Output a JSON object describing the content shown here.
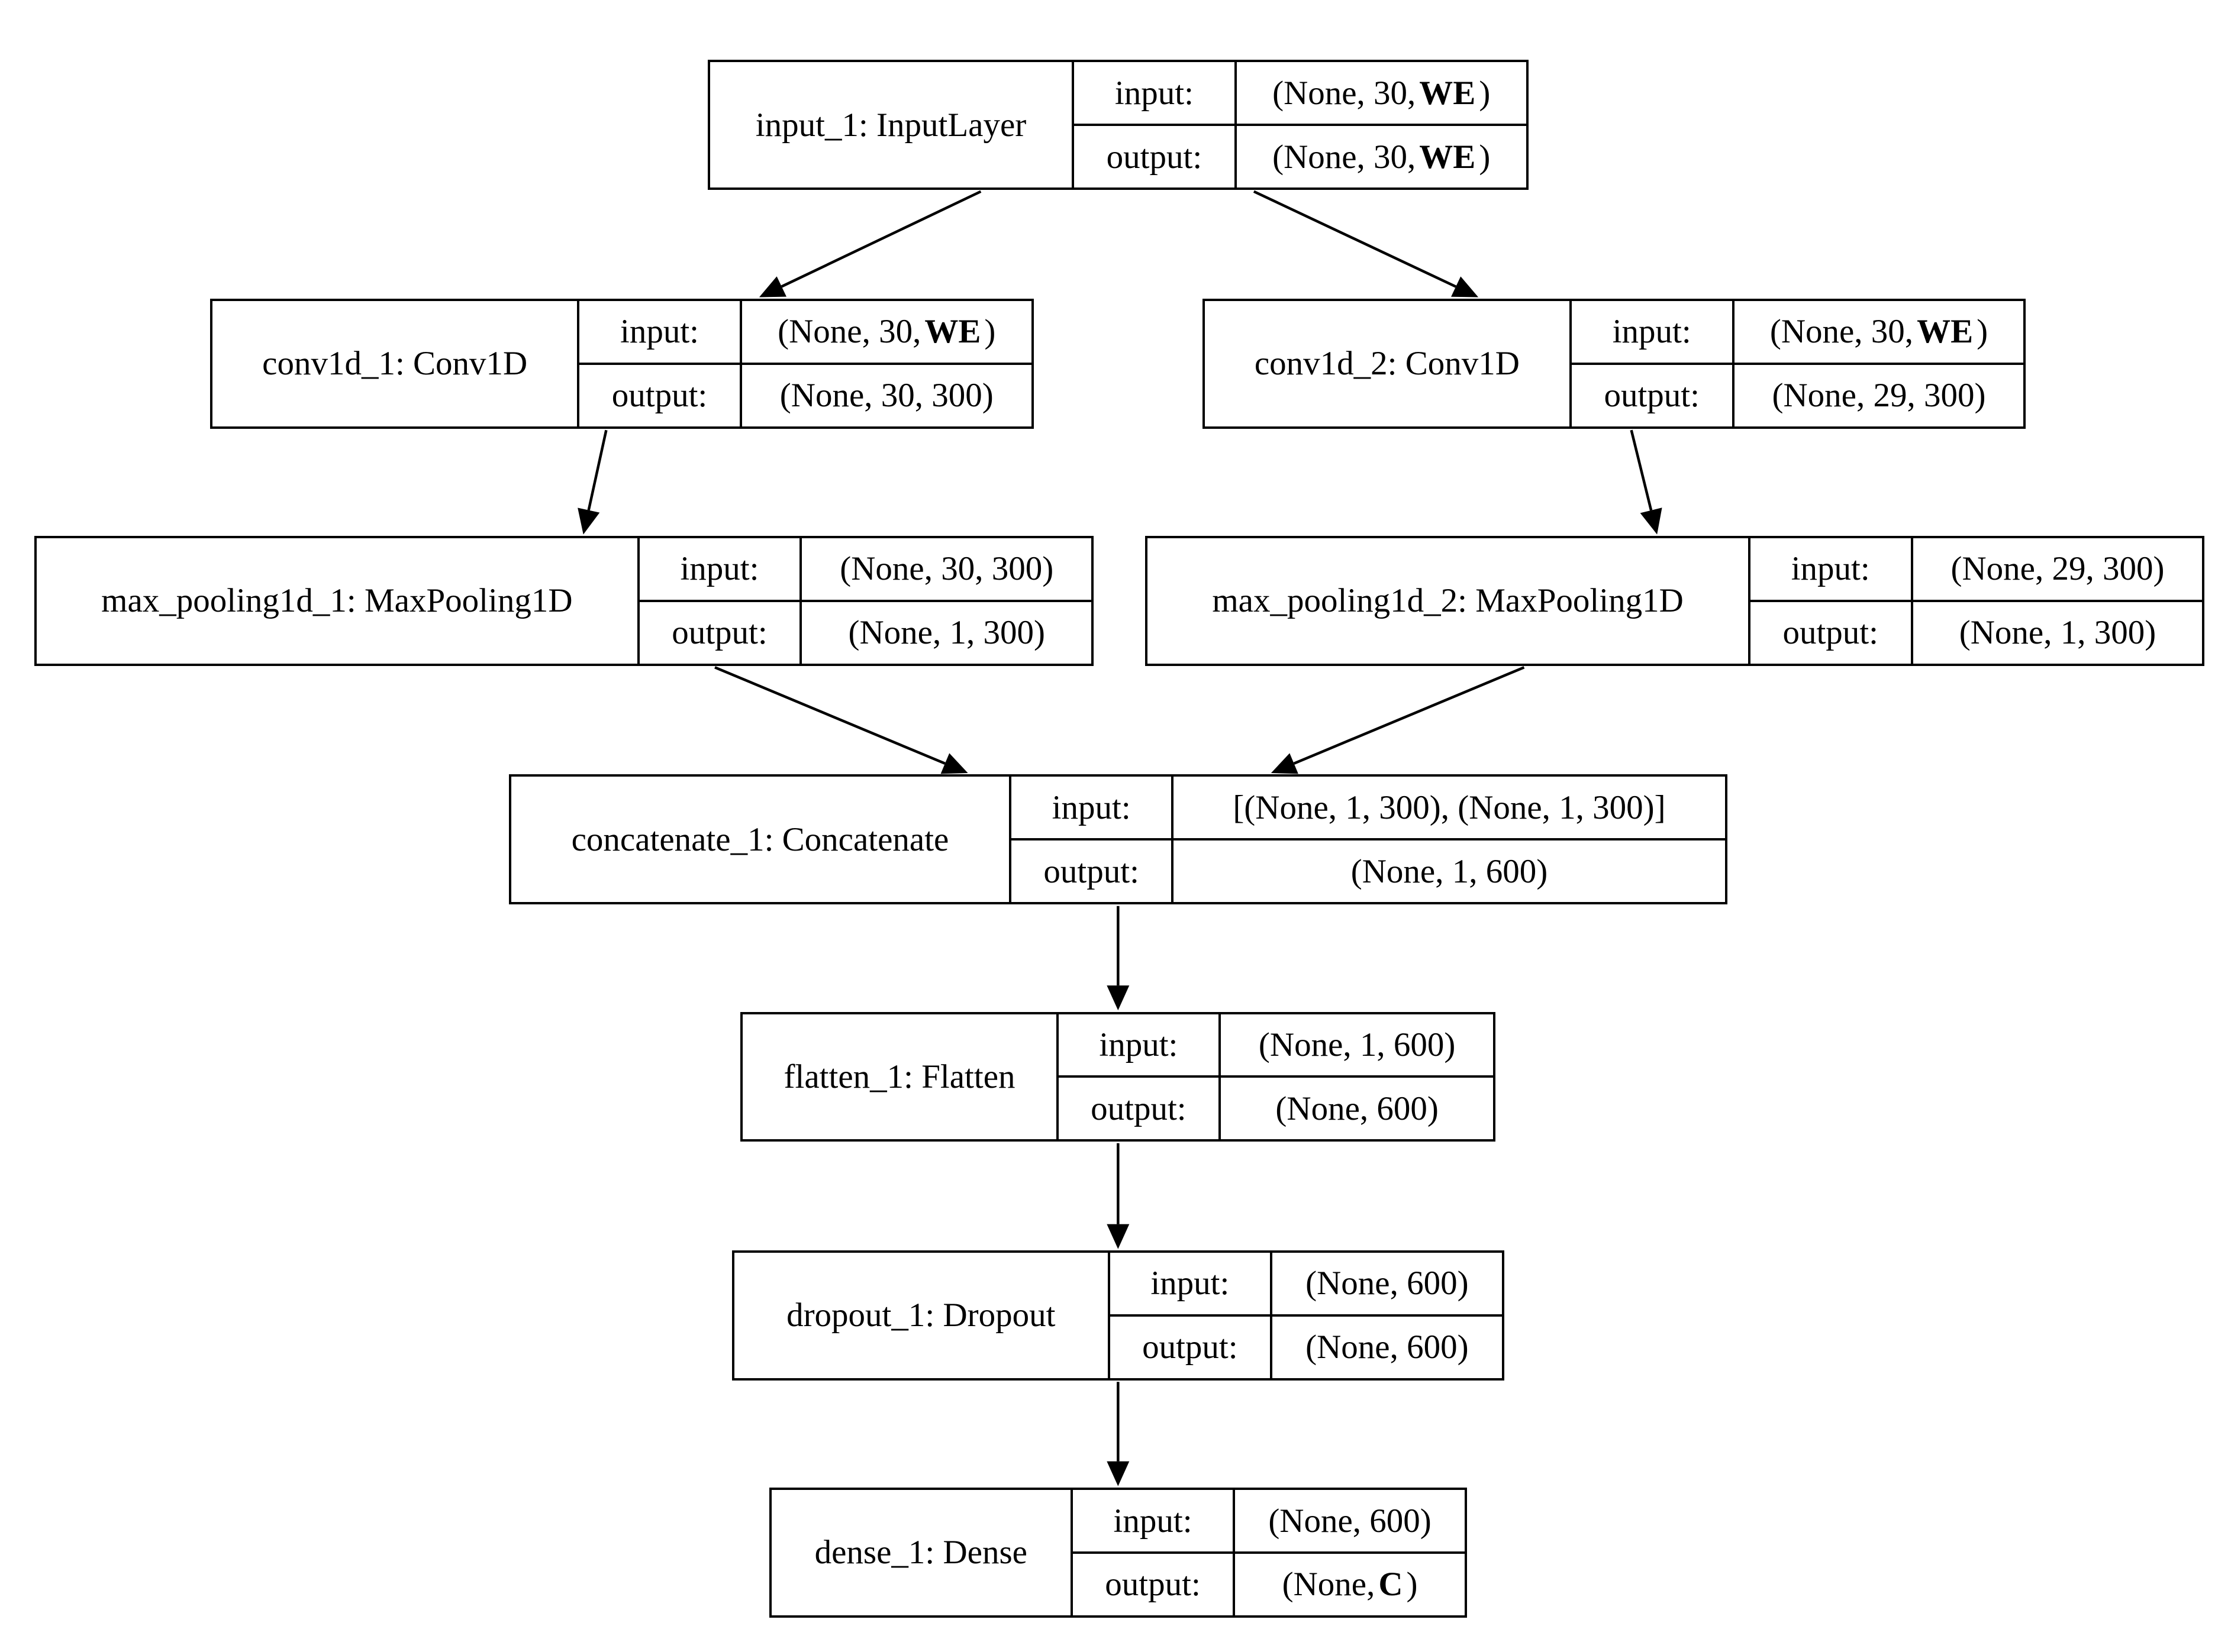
{
  "io_labels": {
    "input": "input:",
    "output": "output:"
  },
  "layers": [
    {
      "id": "input_1",
      "name": "input_1: InputLayer",
      "input": [
        "(None, 30, ",
        "WE",
        ")"
      ],
      "output": [
        "(None, 30, ",
        "WE",
        ")"
      ]
    },
    {
      "id": "conv1d_1",
      "name": "conv1d_1: Conv1D",
      "input": [
        "(None, 30, ",
        "WE",
        ")"
      ],
      "output": [
        "(None, 30, 300)"
      ]
    },
    {
      "id": "conv1d_2",
      "name": "conv1d_2: Conv1D",
      "input": [
        "(None, 30, ",
        "WE",
        ")"
      ],
      "output": [
        "(None, 29, 300)"
      ]
    },
    {
      "id": "max_pooling1d_1",
      "name": "max_pooling1d_1: MaxPooling1D",
      "input": [
        "(None, 30, 300)"
      ],
      "output": [
        "(None, 1, 300)"
      ]
    },
    {
      "id": "max_pooling1d_2",
      "name": "max_pooling1d_2: MaxPooling1D",
      "input": [
        "(None, 29, 300)"
      ],
      "output": [
        "(None, 1, 300)"
      ]
    },
    {
      "id": "concatenate_1",
      "name": "concatenate_1: Concatenate",
      "input": [
        "[(None, 1, 300), (None, 1, 300)]"
      ],
      "output": [
        "(None, 1, 600)"
      ]
    },
    {
      "id": "flatten_1",
      "name": "flatten_1: Flatten",
      "input": [
        "(None, 1, 600)"
      ],
      "output": [
        "(None, 600)"
      ]
    },
    {
      "id": "dropout_1",
      "name": "dropout_1: Dropout",
      "input": [
        "(None, 600)"
      ],
      "output": [
        "(None, 600)"
      ]
    },
    {
      "id": "dense_1",
      "name": "dense_1: Dense",
      "input": [
        "(None, 600)"
      ],
      "output": [
        "(None,",
        "C",
        ")"
      ]
    }
  ],
  "edges": [
    [
      "input_1",
      "conv1d_1"
    ],
    [
      "input_1",
      "conv1d_2"
    ],
    [
      "conv1d_1",
      "max_pooling1d_1"
    ],
    [
      "conv1d_2",
      "max_pooling1d_2"
    ],
    [
      "max_pooling1d_1",
      "concatenate_1"
    ],
    [
      "max_pooling1d_2",
      "concatenate_1"
    ],
    [
      "concatenate_1",
      "flatten_1"
    ],
    [
      "flatten_1",
      "dropout_1"
    ],
    [
      "dropout_1",
      "dense_1"
    ]
  ]
}
